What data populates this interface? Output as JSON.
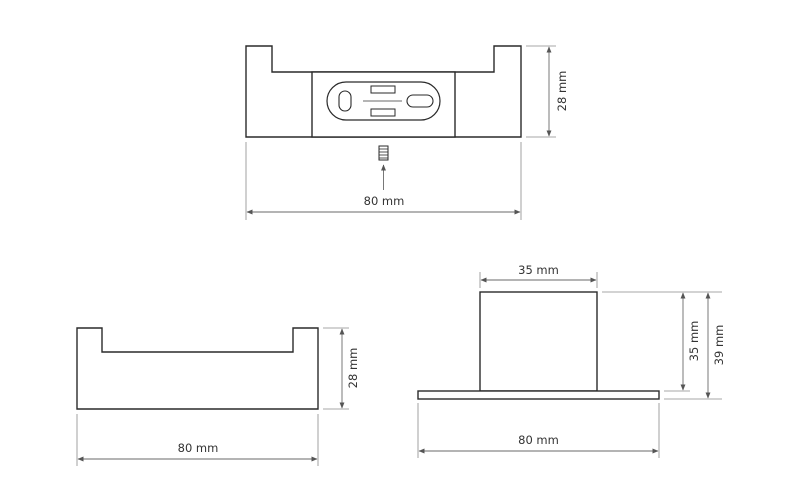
{
  "views": {
    "top_view": {
      "width_label": "80 mm",
      "height_label": "28 mm"
    },
    "front_view": {
      "width_label": "80 mm",
      "height_label": "28 mm"
    },
    "side_view": {
      "top_width_label": "35 mm",
      "base_width_label": "80 mm",
      "block_height_label": "35 mm",
      "total_height_label": "39 mm"
    }
  },
  "colors": {
    "line": "#2a2a2a",
    "dimension": "#6a6a6a",
    "text": "#333333"
  }
}
